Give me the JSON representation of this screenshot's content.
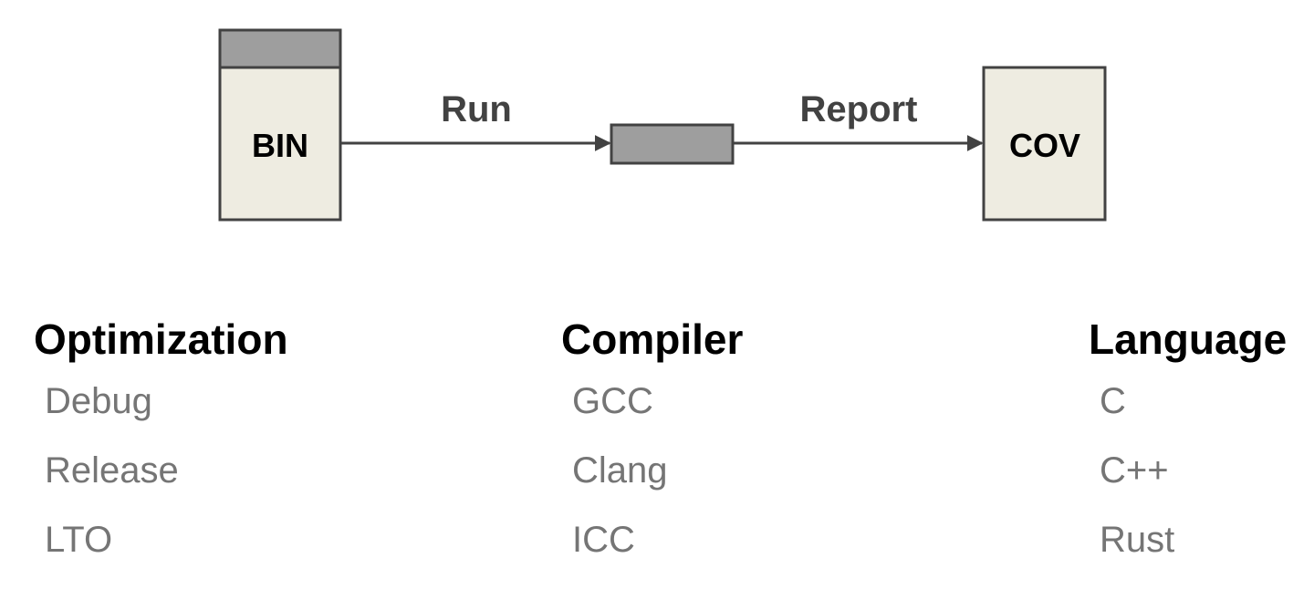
{
  "diagram": {
    "nodes": {
      "bin": {
        "label": "BIN"
      },
      "cov": {
        "label": "COV"
      }
    },
    "edges": {
      "run": {
        "label": "Run"
      },
      "report": {
        "label": "Report"
      }
    },
    "colors": {
      "box_fill": "#eeece1",
      "box_stroke": "#424242",
      "dark_fill": "#9e9e9e",
      "arrow": "#424242"
    }
  },
  "columns": [
    {
      "heading": "Optimization",
      "items": [
        "Debug",
        "Release",
        "LTO"
      ]
    },
    {
      "heading": "Compiler",
      "items": [
        "GCC",
        "Clang",
        "ICC"
      ]
    },
    {
      "heading": "Language",
      "items": [
        "C",
        "C++",
        "Rust"
      ]
    }
  ]
}
